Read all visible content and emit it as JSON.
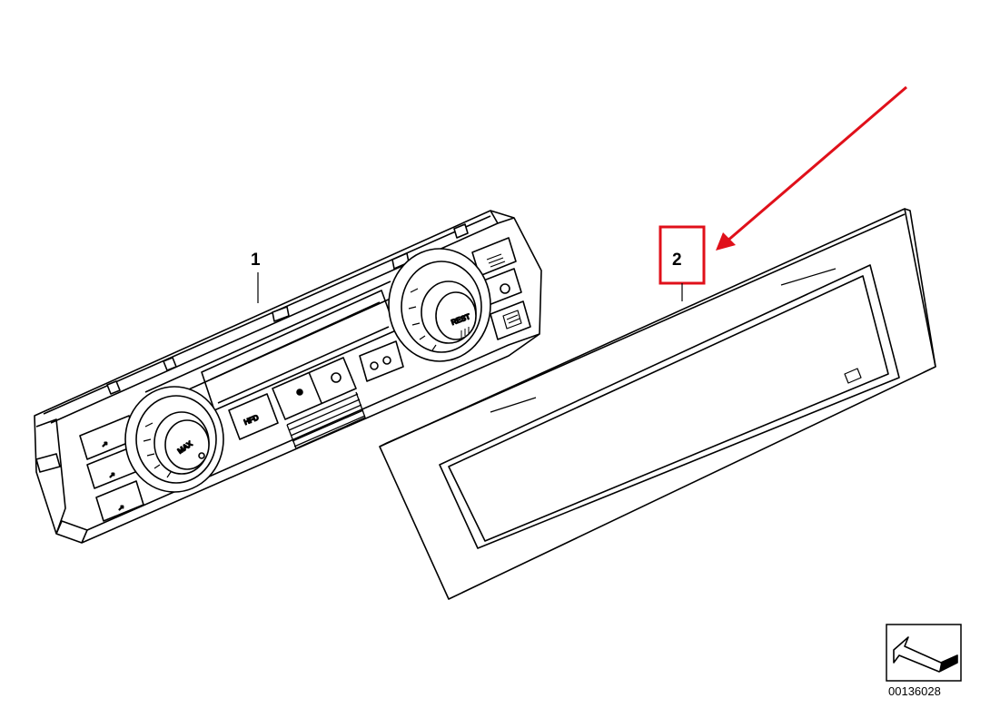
{
  "callouts": {
    "part_1": "1",
    "part_2": "2"
  },
  "knobs": {
    "left_label": "MAX",
    "right_label": "REST"
  },
  "buttons": {
    "recirc_label": "HFD"
  },
  "reference_number": "00136028",
  "colors": {
    "highlight": "#e0101a",
    "line": "#000000",
    "background": "#ffffff"
  },
  "icons": {
    "arrow": "red-pointer-arrow",
    "badge": "drawing-orientation-arrow-icon"
  }
}
